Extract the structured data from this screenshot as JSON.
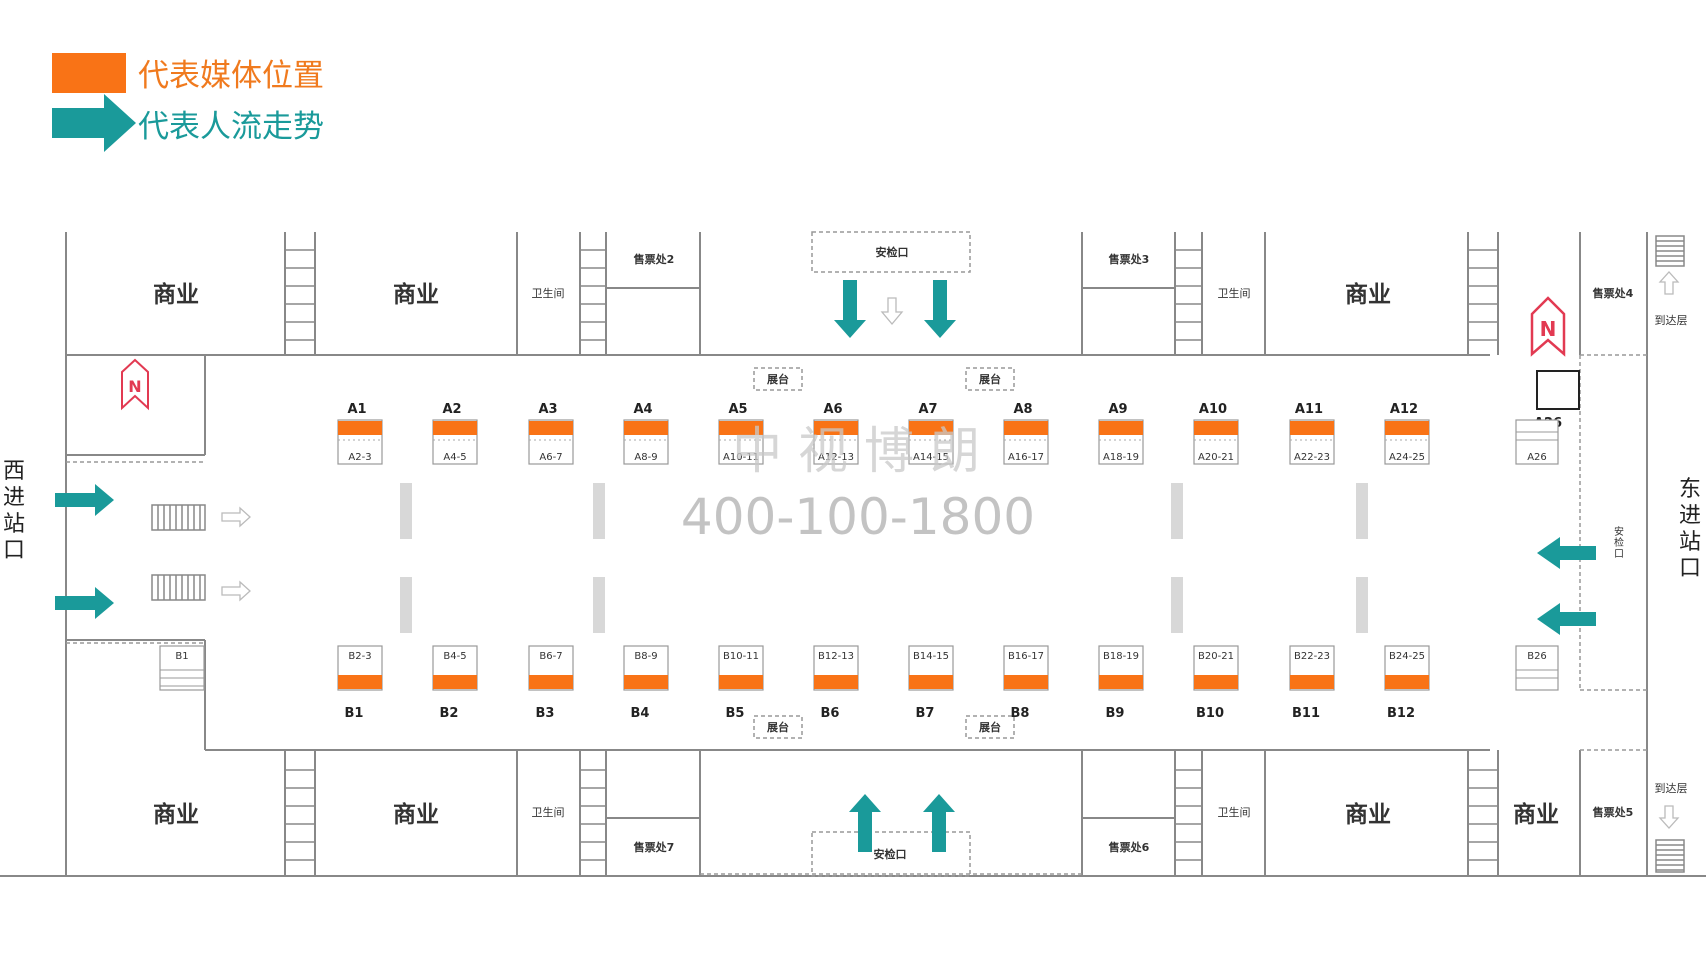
{
  "legend": {
    "media_label": "代表媒体位置",
    "flow_label": "代表人流走势",
    "media_color": "#f97316",
    "flow_color": "#1a9a9a"
  },
  "watermark": {
    "brand": "中 视 博 朗",
    "phone": "400-100-1800"
  },
  "entrances": {
    "west": "西进站口",
    "east": "东进站口"
  },
  "rooms": {
    "commerce": "商业",
    "restroom": "卫生间",
    "security": "安检口",
    "security_east": "安检口",
    "exhibit": "展台",
    "arrival_floor": "到达层",
    "ticket_offices": [
      "售票处2",
      "售票处3",
      "售票处4",
      "售票处5",
      "售票处6",
      "售票处7"
    ]
  },
  "north_icon": "N",
  "media": {
    "top_labels": [
      "A1",
      "A2",
      "A3",
      "A4",
      "A5",
      "A6",
      "A7",
      "A8",
      "A9",
      "A10",
      "A11",
      "A12"
    ],
    "top_codes": [
      "A2-3",
      "A4-5",
      "A6-7",
      "A8-9",
      "A10-11",
      "A12-13",
      "A14-15",
      "A16-17",
      "A18-19",
      "A20-21",
      "A22-23",
      "A24-25"
    ],
    "bottom_labels": [
      "B1",
      "B2",
      "B3",
      "B4",
      "B5",
      "B6",
      "B7",
      "B8",
      "B9",
      "B10",
      "B11",
      "B12"
    ],
    "bottom_codes": [
      "B2-3",
      "B4-5",
      "B6-7",
      "B8-9",
      "B10-11",
      "B12-13",
      "B14-15",
      "B16-17",
      "B18-19",
      "B20-21",
      "B22-23",
      "B24-25"
    ],
    "a26_label": "A26",
    "a26_code": "A26",
    "b26_code": "B26",
    "b1_code": "B1"
  }
}
